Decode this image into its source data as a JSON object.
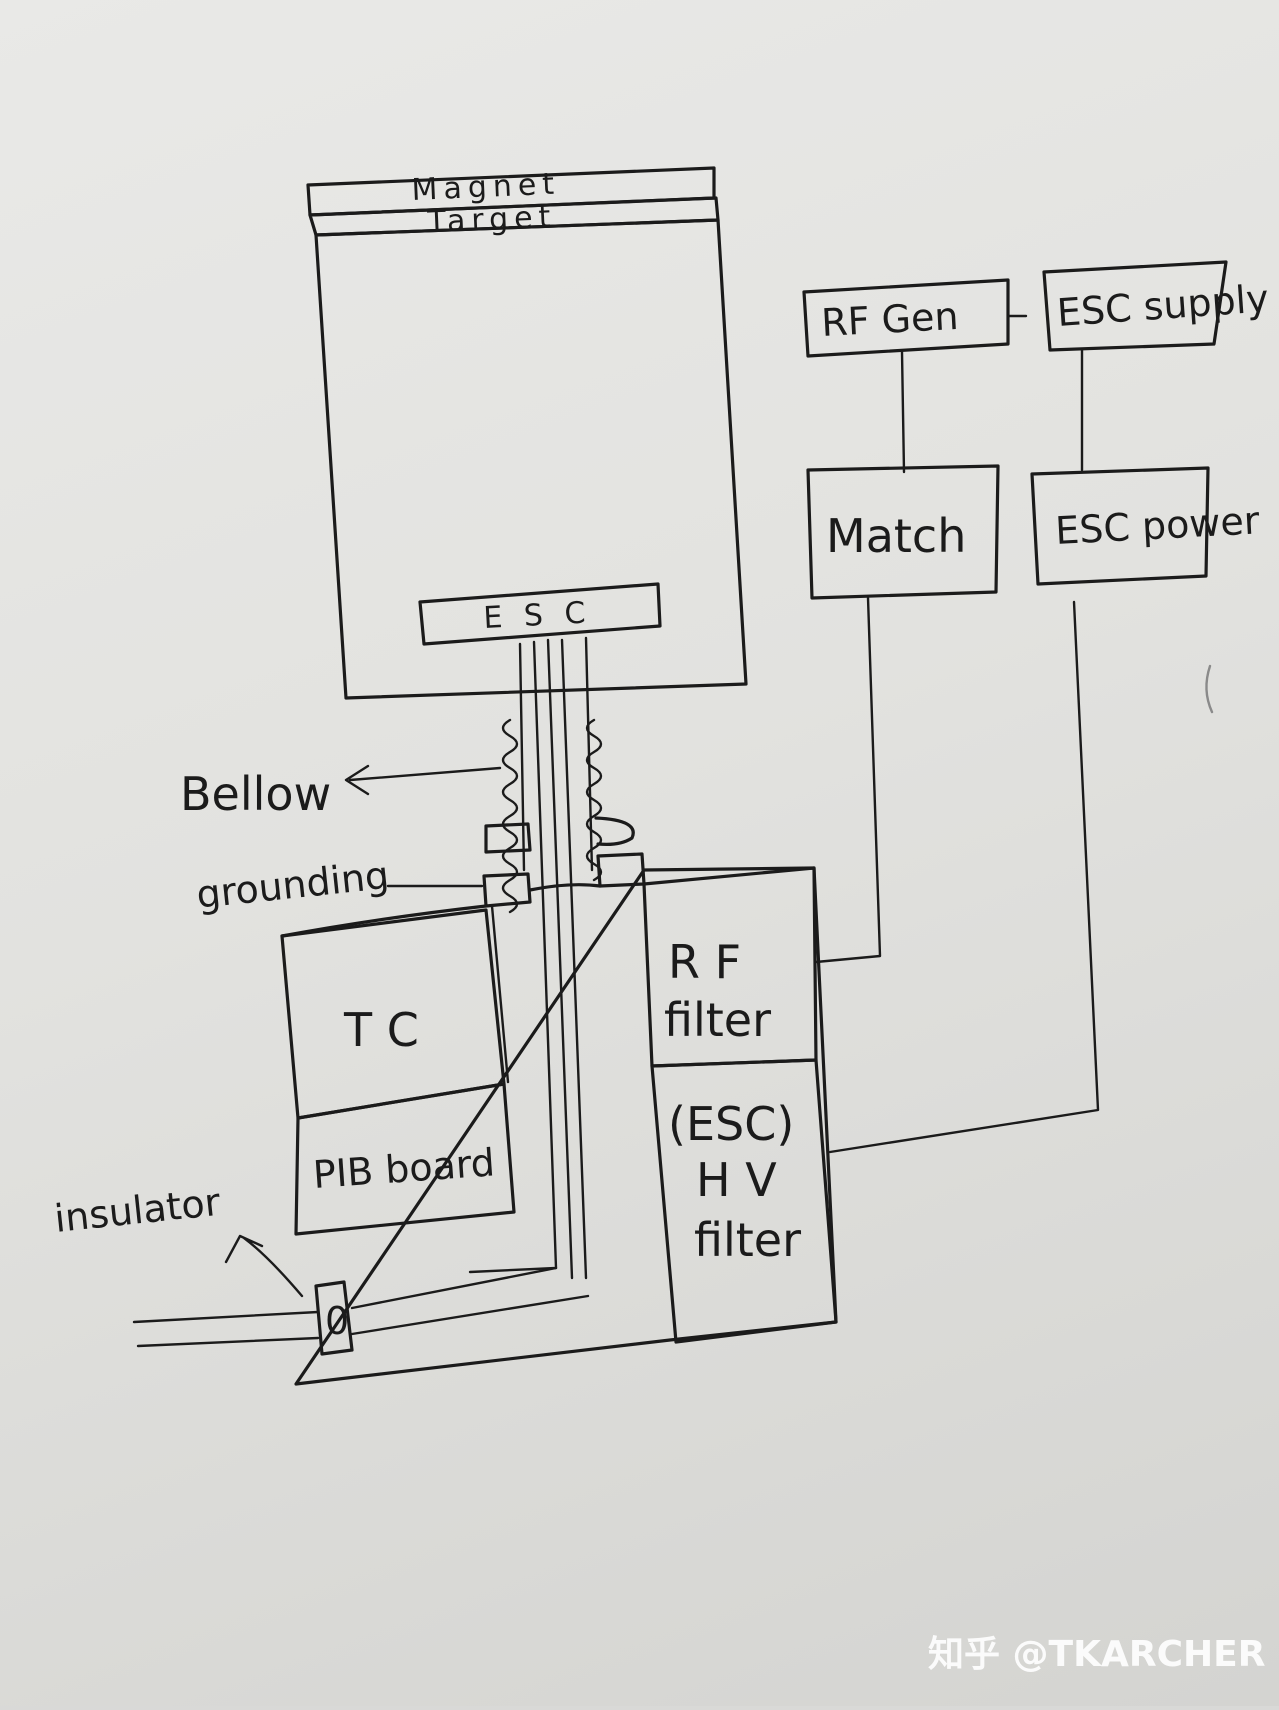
{
  "labels": {
    "magnet": "Magnet",
    "target": "Target",
    "esc": "E S C",
    "rf_gen": "RF Gen",
    "esc_supply": "ESC supply",
    "match": "Match",
    "esc_power": "ESC power",
    "bellow": "Bellow",
    "grounding": "grounding",
    "tc": "T C",
    "pib_board": "PIB board",
    "rf_filter_line1": "R F",
    "rf_filter_line2": "filter",
    "esc_hv_filter_line1": "(ESC)",
    "esc_hv_filter_line2": "H V",
    "esc_hv_filter_line3": "filter",
    "insulator": "insulator",
    "insulator_symbol": "0"
  },
  "watermark": "知乎 @TKARCHER"
}
